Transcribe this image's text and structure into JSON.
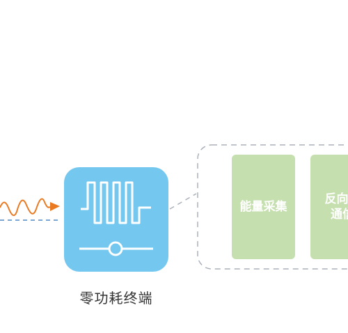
{
  "device": {
    "label": "零功耗终端",
    "icon": "zero-power-terminal-icon"
  },
  "modules": [
    {
      "label_line1": "能量采集",
      "label_line2": ""
    },
    {
      "label_line1": "反向散",
      "label_line2": "通信"
    }
  ],
  "colors": {
    "device_fill": "#74c8f0",
    "device_line": "#ffffff",
    "wave": "#e97a22",
    "dashed_link": "#4d88c4",
    "module_fill": "#c5dfae",
    "container_border": "#aab0bb",
    "text": "#333333"
  }
}
